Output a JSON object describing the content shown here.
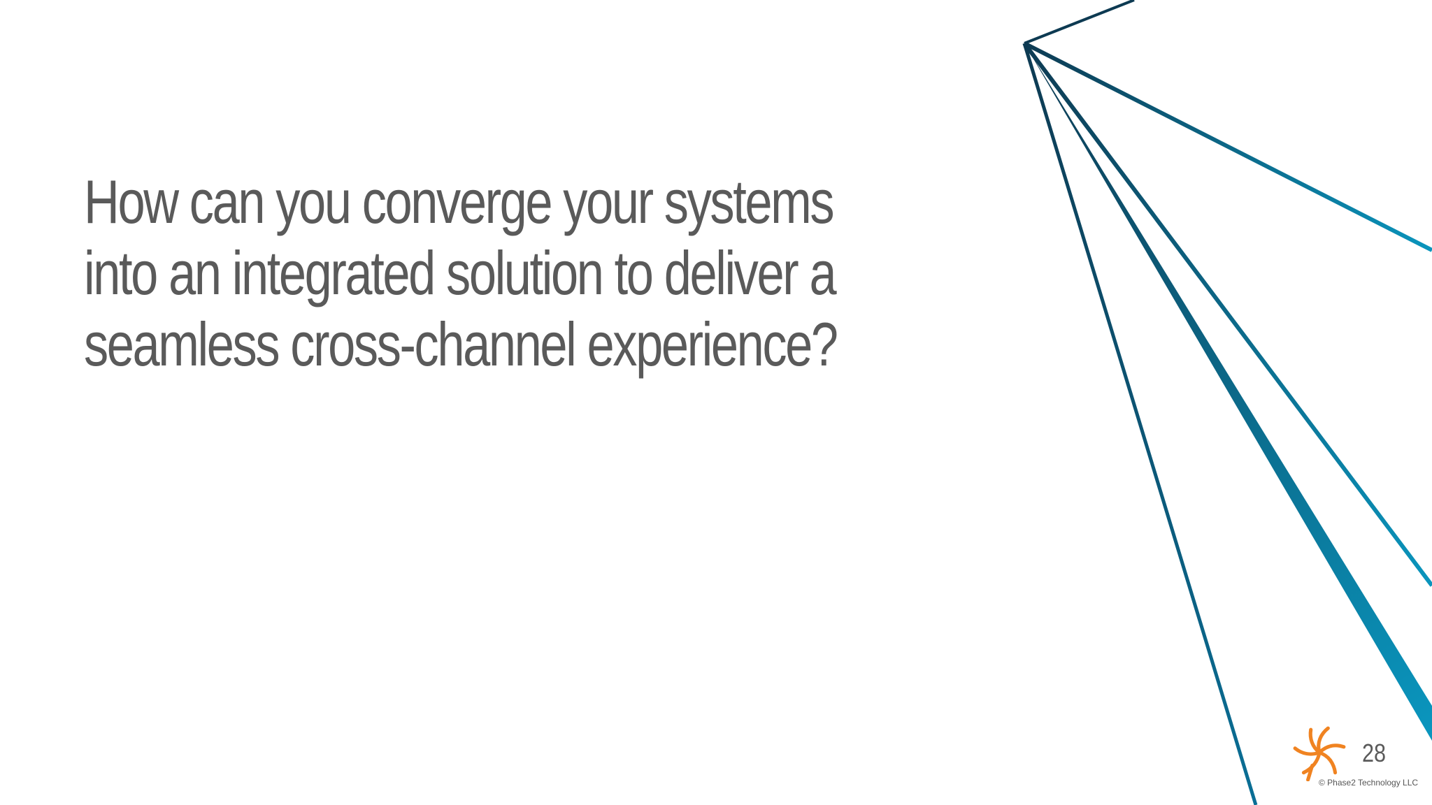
{
  "slide": {
    "question_lines": [
      "How can you converge your systems",
      "into an integrated solution to deliver a",
      "seamless cross-channel experience?"
    ],
    "page_number": "28",
    "copyright": "© Phase2 Technology LLC",
    "logo_icon": "phase2-sunburst-logo-icon"
  },
  "colors": {
    "text": "#5a5a5a",
    "accent_dark": "#0d3a52",
    "accent_light": "#0a95bd",
    "logo_orange": "#f08321"
  }
}
